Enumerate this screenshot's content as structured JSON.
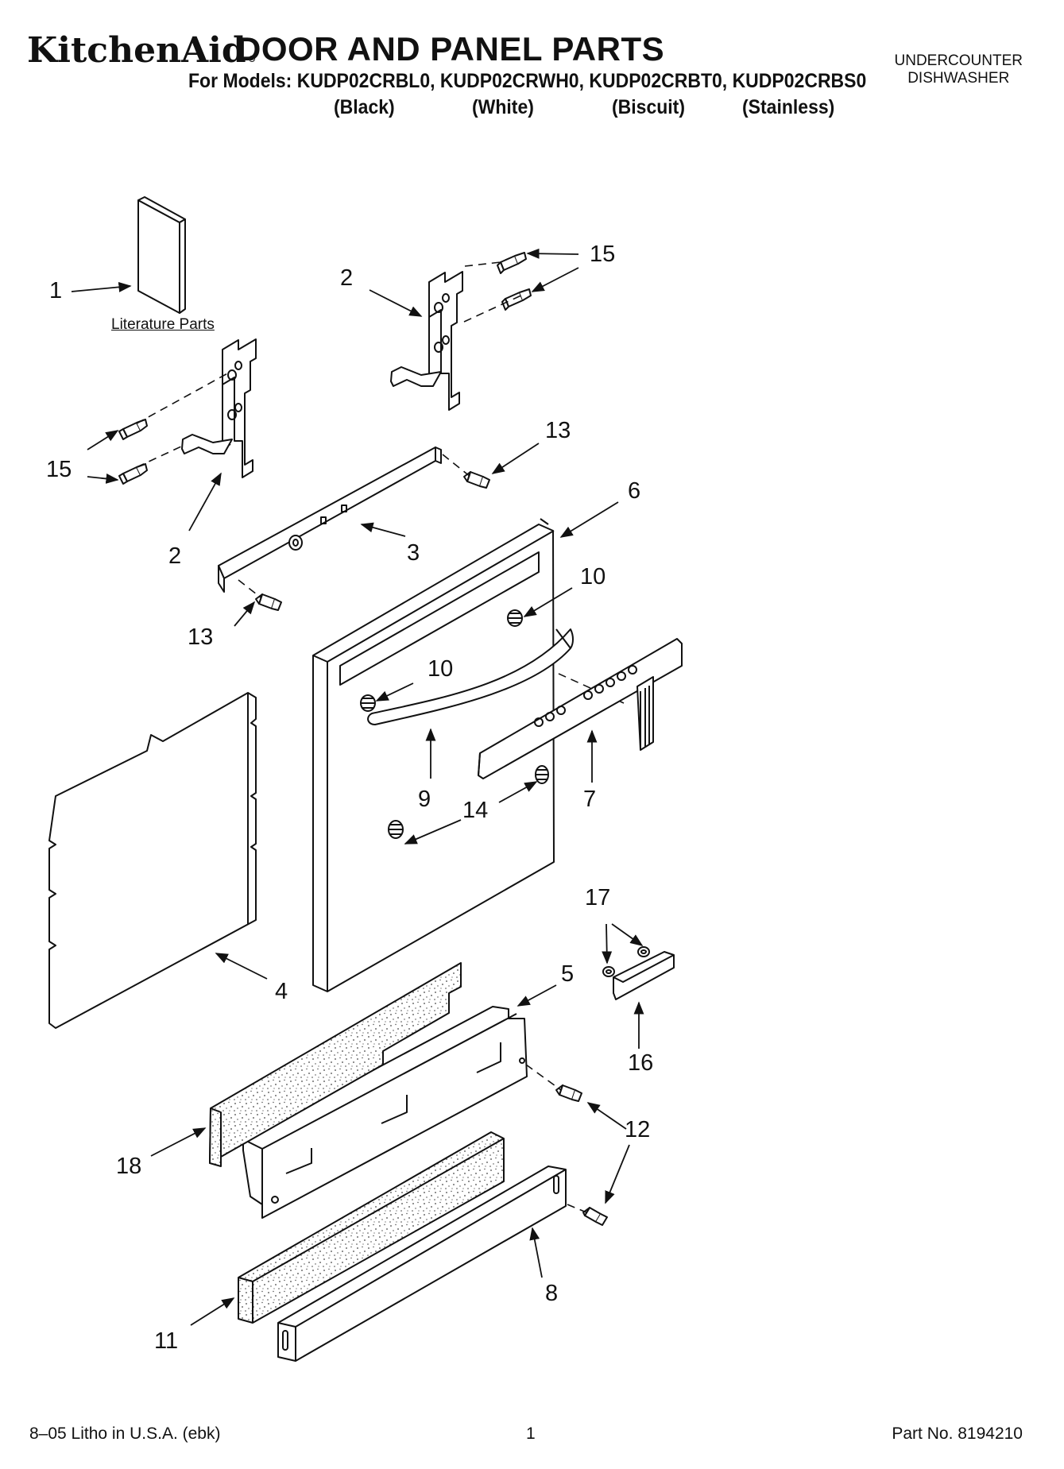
{
  "header": {
    "brand": "KitchenAid",
    "brand_mark": "®",
    "title": "DOOR AND PANEL PARTS",
    "models_line": "For Models: KUDP02CRBL0, KUDP02CRWH0, KUDP02CRBT0, KUDP02CRBS0",
    "colors": [
      "(Black)",
      "(White)",
      "(Biscuit)",
      "(Stainless)"
    ],
    "product_line1": "UNDERCOUNTER",
    "product_line2": "DISHWASHER"
  },
  "diagram": {
    "literature_label": "Literature Parts",
    "callouts": {
      "c1": "1",
      "c2a": "2",
      "c2b": "2",
      "c3": "3",
      "c4": "4",
      "c5": "5",
      "c6": "6",
      "c7": "7",
      "c8": "8",
      "c9": "9",
      "c10a": "10",
      "c10b": "10",
      "c11": "11",
      "c12": "12",
      "c13a": "13",
      "c13b": "13",
      "c14": "14",
      "c15a": "15",
      "c15b": "15",
      "c16": "16",
      "c17": "17",
      "c18": "18"
    }
  },
  "footer": {
    "litho": "8–05 Litho in U.S.A. (ebk)",
    "page": "1",
    "part_no": "Part No. 8194210"
  }
}
